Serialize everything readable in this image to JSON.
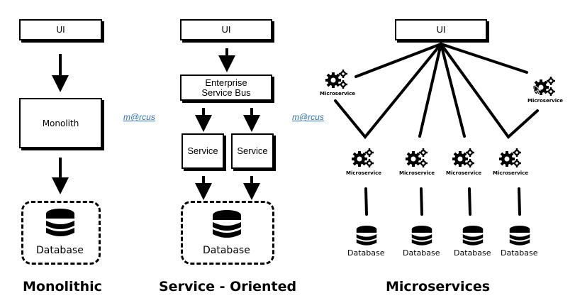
{
  "watermark": "m@rcus",
  "monolithic": {
    "heading": "Monolithic",
    "ui_label": "UI",
    "core_label": "Monolith",
    "database_label": "Database"
  },
  "soa": {
    "heading": "Service - Oriented",
    "ui_label": "UI",
    "bus_line1": "Enterprise",
    "bus_line2": "Service Bus",
    "services": [
      "Service",
      "Service"
    ],
    "database_label": "Database"
  },
  "microservices": {
    "heading": "Microservices",
    "ui_label": "UI",
    "side_services": [
      "Microservice",
      "Microservice"
    ],
    "services": [
      "Microservice",
      "Microservice",
      "Microservice",
      "Microservice"
    ],
    "databases": [
      "Database",
      "Database",
      "Database",
      "Database"
    ]
  }
}
